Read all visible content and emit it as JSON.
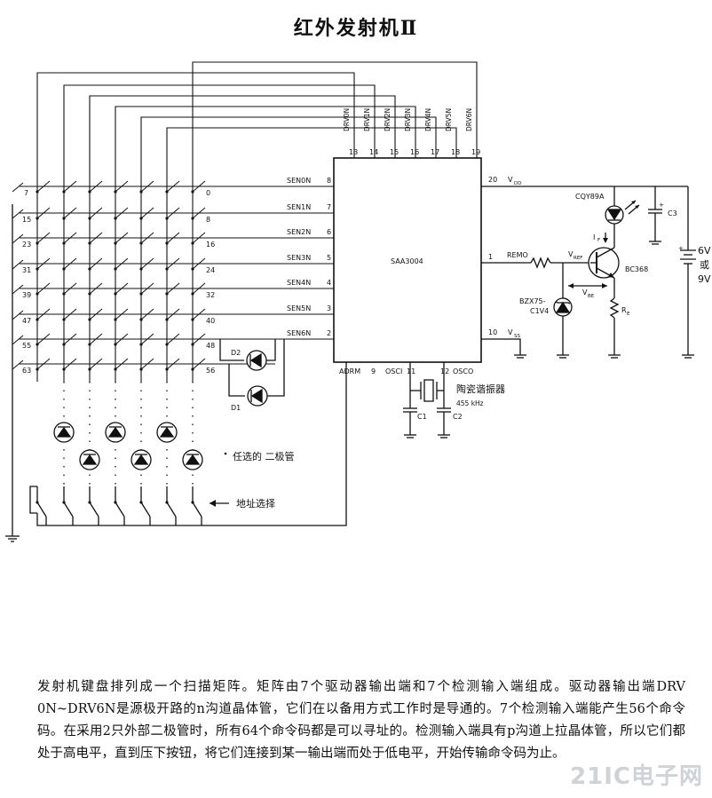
{
  "title": "红外发射机Ⅱ",
  "ic": {
    "name": "SAA3004",
    "drv_labels": [
      "DRV0N",
      "DRV1N",
      "DRV2N",
      "DRV3N",
      "DRV4N",
      "DRV5N",
      "DRV6N"
    ],
    "drv_pins": [
      "13",
      "14",
      "15",
      "16",
      "17",
      "18",
      "19"
    ],
    "sen_labels": [
      "SEN0N",
      "SEN1N",
      "SEN2N",
      "SEN3N",
      "SEN4N",
      "SEN5N",
      "SEN6N"
    ],
    "sen_pins": [
      "8",
      "7",
      "6",
      "5",
      "4",
      "3",
      "2"
    ],
    "vdd_pin": "20",
    "vdd": "V",
    "remo_pin": "1",
    "remo": "REMO",
    "vss_pin": "10",
    "vss": "V",
    "adrm": "ADRM",
    "adrm_pin": "9",
    "osci": "OSCI",
    "osci_pin": "11",
    "osco": "OSCO",
    "osco_pin": "12"
  },
  "rows": [
    "7",
    "15",
    "23",
    "31",
    "39",
    "47",
    "55",
    "63"
  ],
  "cmds": [
    "0",
    "8",
    "16",
    "24",
    "32",
    "40",
    "48",
    "56"
  ],
  "components": {
    "led": "CQY89A",
    "c3": "C3",
    "iref": "I",
    "vref": "V",
    "vbe": "V",
    "transistor": "BC368",
    "zener": "BZX75-",
    "zener2": "C1V4",
    "re": "R",
    "battery1": "6V",
    "battery2": "或",
    "battery3": "9V",
    "d1": "D1",
    "d2": "D2",
    "c1": "C1",
    "c2": "C2",
    "resonator": "陶瓷谐振器",
    "freq": "455 kHz"
  },
  "notes": {
    "optional_diode": "任选的 二极管",
    "address_select": "地址选择"
  },
  "description": "发射机键盘排列成一个扫描矩阵。矩阵由7个驱动器输出端和7个检测输入端组成。驱动器输出端DRV 0N~DRV6N是源极开路的n沟道晶体管，它们在以备用方式工作时是导通的。7个检测输入端能产生56个命令码。在采用2只外部二极管时，所有64个命令码都是可以寻址的。检测输入端具有p沟道上拉晶体管，所以它们都处于高电平，直到压下按钮，将它们连接到某一输出端而处于低电平，开始传输命令码为止。",
  "watermark": "21IC电子网"
}
